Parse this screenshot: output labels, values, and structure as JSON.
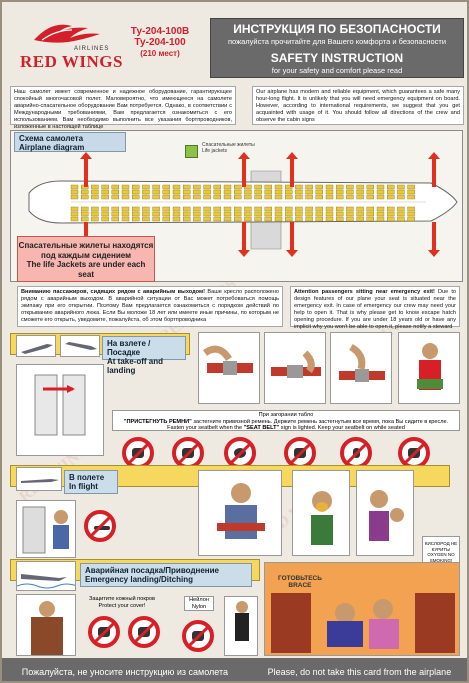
{
  "brand": {
    "name": "RED WINGS",
    "airlines": "AIRLINES"
  },
  "aircraft": {
    "model1": "Ту-204-100В",
    "model2": "Ту-204-100",
    "seats": "(210 мест)"
  },
  "title": {
    "ru": "ИНСТРУКЦИЯ ПО БЕЗОПАСНОСТИ",
    "ru_sub": "пожалуйста прочитайте для Вашего комфорта и безопасности",
    "en": "SAFETY INSTRUCTION",
    "en_sub": "for your safety and comfort please read"
  },
  "intro": {
    "ru": "Наш самолет имеет современное и надежное оборудование, гарантирующее спокойный многочасовой полет. Маловероятно, что имеющееся на самолете аварийно-спасательное оборудование Вам потребуется. Однако, в соответствии с Международными требованиями, Вам предлагается ознакомиться с его использованием. Вам необходимо выполнить все указания бортпроводников, изложенные в настоящей таблице",
    "en": "Our airplane has modern and reliable equipment, which guarantees a safe many hour-long flight. It is unlikely that you will need emergency equipment on board. However, according to international requirements, we suggest that you get acquainted with usage of it. You should follow all directions of the crew and observe the cabin signs"
  },
  "diagram": {
    "title_ru": "Схема самолета",
    "title_en": "Airplane diagram",
    "vest_legend_ru": "Спасательные жилеты",
    "vest_legend_en": "Life jackets",
    "vest_ru": "Спасательные жилеты находятся под каждым сидением",
    "vest_en": "The life Jackets are under each seat"
  },
  "emergency_exit": {
    "ru_title": "Вниманию пассажиров, сидящих рядом с аварийным выходом!",
    "ru": "Ваше кресло расположено рядом с аварийным выходом. В аварийной ситуации от Вас может потребоваться помощь экипажу при его открытии. Поэтому Вам предлагается ознакомиться с порядком действий по открыванию аварийного люка. Если Вы моложе 18 лет или имеете иные причины, по которым не сможете его открыть, уведомите, пожалуйста, об этом бортпроводника",
    "en_title": "Attention passengers sitting near emergency exit!",
    "en": "Due to design features of our plane your seat is situated near the emergency exit. In case of emergency our crew may need your help to open it. That is why please get to know escape hatch opening procedure. If you are under 18 years old or have any implicit why you won't be able to open it, please notify a steward"
  },
  "takeoff": {
    "ru": "На взлете / Посадке",
    "en": "At take-off and landing"
  },
  "seatbelt": {
    "ru_lead": "При загорании табло",
    "ru_sign": "\"ПРИСТЕГНУТЬ РЕМНИ\"",
    "ru_rest": "застегните привязной ремень. Держите ремень застегнутым все время, пока Вы сидите в кресле.",
    "en_lead": "Fasten your seatbelt when the",
    "en_sign": "\"SEAT BELT\"",
    "en_rest": "sign is lighted. Keep your seatbelt on while seated"
  },
  "in_flight": {
    "ru": "В полете",
    "en": "In flight"
  },
  "no_alcohol": "КИСЛОРОД НЕ КУРИТЬ! OXYGEN NO SMOKING!",
  "ditching": {
    "ru": "Аварийная посадка/Приводнение",
    "en": "Emergency landing/Ditching"
  },
  "brace": {
    "ru": "ГОТОВЬТЕСЬ",
    "en": "BRACE"
  },
  "protect": {
    "ru": "Защитите кожный покров",
    "en": "Protect your cover!"
  },
  "nylon": {
    "ru": "Нейлон",
    "en": "Nylon"
  },
  "footer": {
    "ru": "Пожалуйста, не уносите инструкцию из самолета",
    "en": "Please, do not take this card from the airplane"
  },
  "colors": {
    "brand_red": "#d21f2a",
    "band_yellow": "#f7d85f",
    "label_blue": "#cbdde9",
    "seat_yellow": "#e9c93a",
    "arrow_red": "#e0301e"
  }
}
